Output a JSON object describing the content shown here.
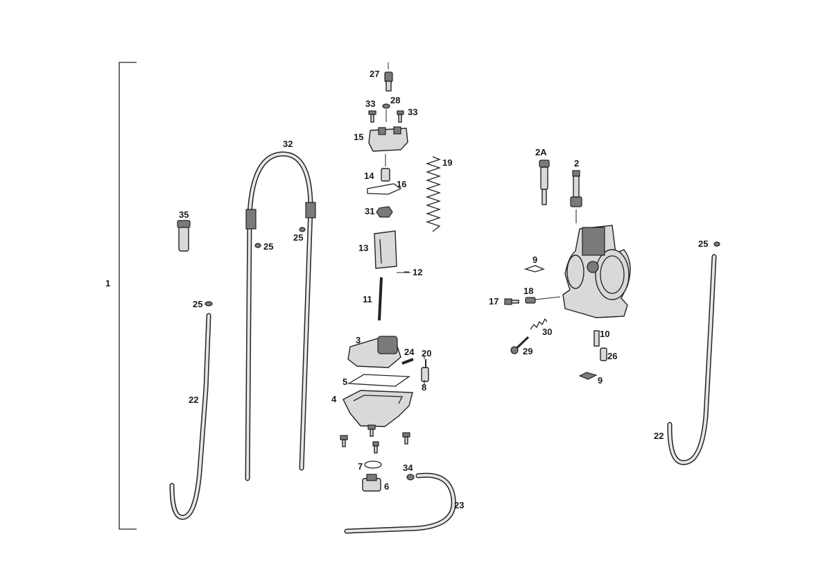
{
  "callouts": {
    "c1": "1",
    "c2": "2",
    "c2a": "2A",
    "c3": "3",
    "c4": "4",
    "c5": "5",
    "c6": "6",
    "c7": "7",
    "c8": "8",
    "c9a": "9",
    "c9b": "9",
    "c10": "10",
    "c11": "11",
    "c12": "12",
    "c13": "13",
    "c14": "14",
    "c15": "15",
    "c16": "16",
    "c17": "17",
    "c18": "18",
    "c19": "19",
    "c20": "20",
    "c22a": "22",
    "c22b": "22",
    "c23": "23",
    "c24": "24",
    "c25a": "25",
    "c25b": "25",
    "c25c": "25",
    "c25d": "25",
    "c26": "26",
    "c27": "27",
    "c28": "28",
    "c29": "29",
    "c30": "30",
    "c31": "31",
    "c32": "32",
    "c33a": "33",
    "c33b": "33",
    "c34": "34",
    "c35": "35"
  }
}
